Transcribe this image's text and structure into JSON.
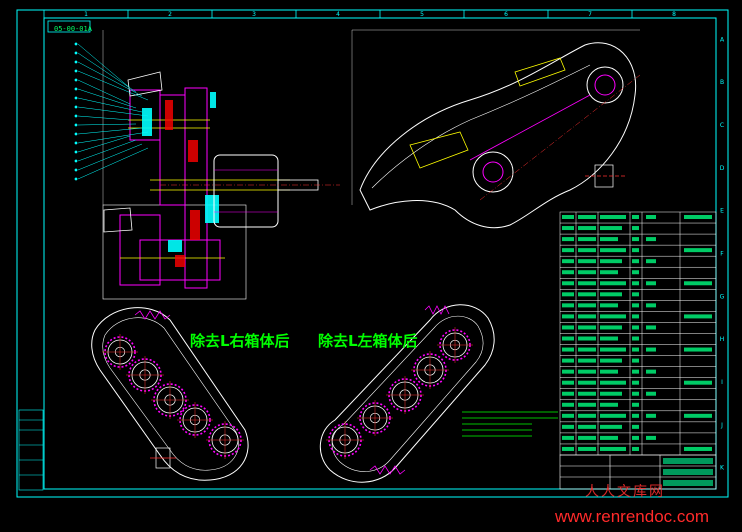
{
  "drawing": {
    "caption_right_removed": "除去L右箱体后",
    "caption_left_removed": "除去L左箱体后",
    "drawing_code": "05-00-01A",
    "watermark": "人人文库网",
    "site_url": "www.renrendoc.com"
  },
  "frame": {
    "top_zones": [
      "1",
      "2",
      "3",
      "4",
      "5",
      "6",
      "7",
      "8"
    ],
    "right_zones": [
      "A",
      "B",
      "C",
      "D",
      "E",
      "F",
      "G",
      "H",
      "I",
      "J",
      "K"
    ]
  },
  "colors": {
    "background": "#000000",
    "frame": "#00ffff",
    "outline": "#ffffff",
    "hatch": "#ff00ff",
    "centerline": "#ff3030",
    "text": "#00ff00",
    "accent": "#ffff00"
  }
}
